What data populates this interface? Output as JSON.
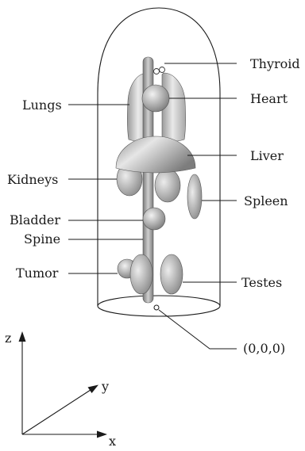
{
  "labels": {
    "thyroid": "Thyroid",
    "heart": "Heart",
    "lungs": "Lungs",
    "liver": "Liver",
    "kidneys": "Kidneys",
    "spleen": "Spleen",
    "bladder": "Bladder",
    "spine": "Spine",
    "tumor": "Tumor",
    "testes": "Testes",
    "origin": "(0,0,0)"
  },
  "axes": {
    "z": "z",
    "y": "y",
    "x": "x"
  }
}
